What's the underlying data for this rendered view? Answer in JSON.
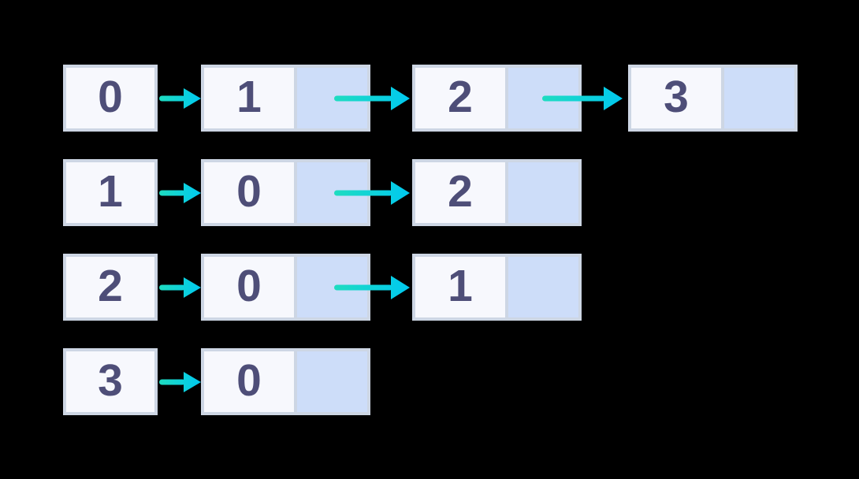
{
  "diagram": {
    "type": "adjacency-list",
    "rows": [
      {
        "head": "0",
        "nodes": [
          "1",
          "2",
          "3"
        ]
      },
      {
        "head": "1",
        "nodes": [
          "0",
          "2"
        ]
      },
      {
        "head": "2",
        "nodes": [
          "0",
          "1"
        ]
      },
      {
        "head": "3",
        "nodes": [
          "0"
        ]
      }
    ]
  },
  "colors": {
    "background": "#000000",
    "box_border": "#cdd6e4",
    "data_cell_fill": "#f7f8fd",
    "pointer_cell_fill": "#cdddf9",
    "digit_color": "#4e4e78",
    "arrow_gradient_start": "#1edcc0",
    "arrow_gradient_end": "#00c9f0"
  }
}
